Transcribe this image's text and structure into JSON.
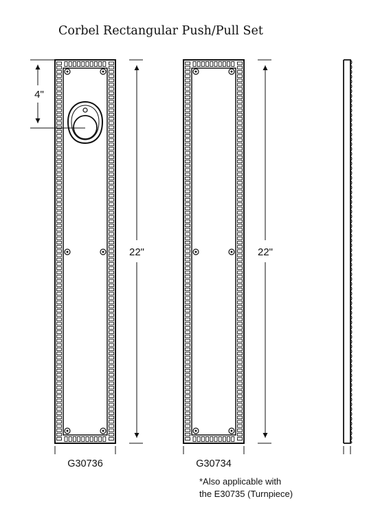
{
  "title": "Corbel Rectangular Push/Pull Set",
  "plates": [
    {
      "model": "G30736",
      "height_dim": "22\"",
      "cylinder_dim": "4\""
    },
    {
      "model": "G30734",
      "height_dim": "22\""
    }
  ],
  "note": {
    "line1": "*Also applicable with",
    "line2": "the E30735 (Turnpiece)"
  }
}
